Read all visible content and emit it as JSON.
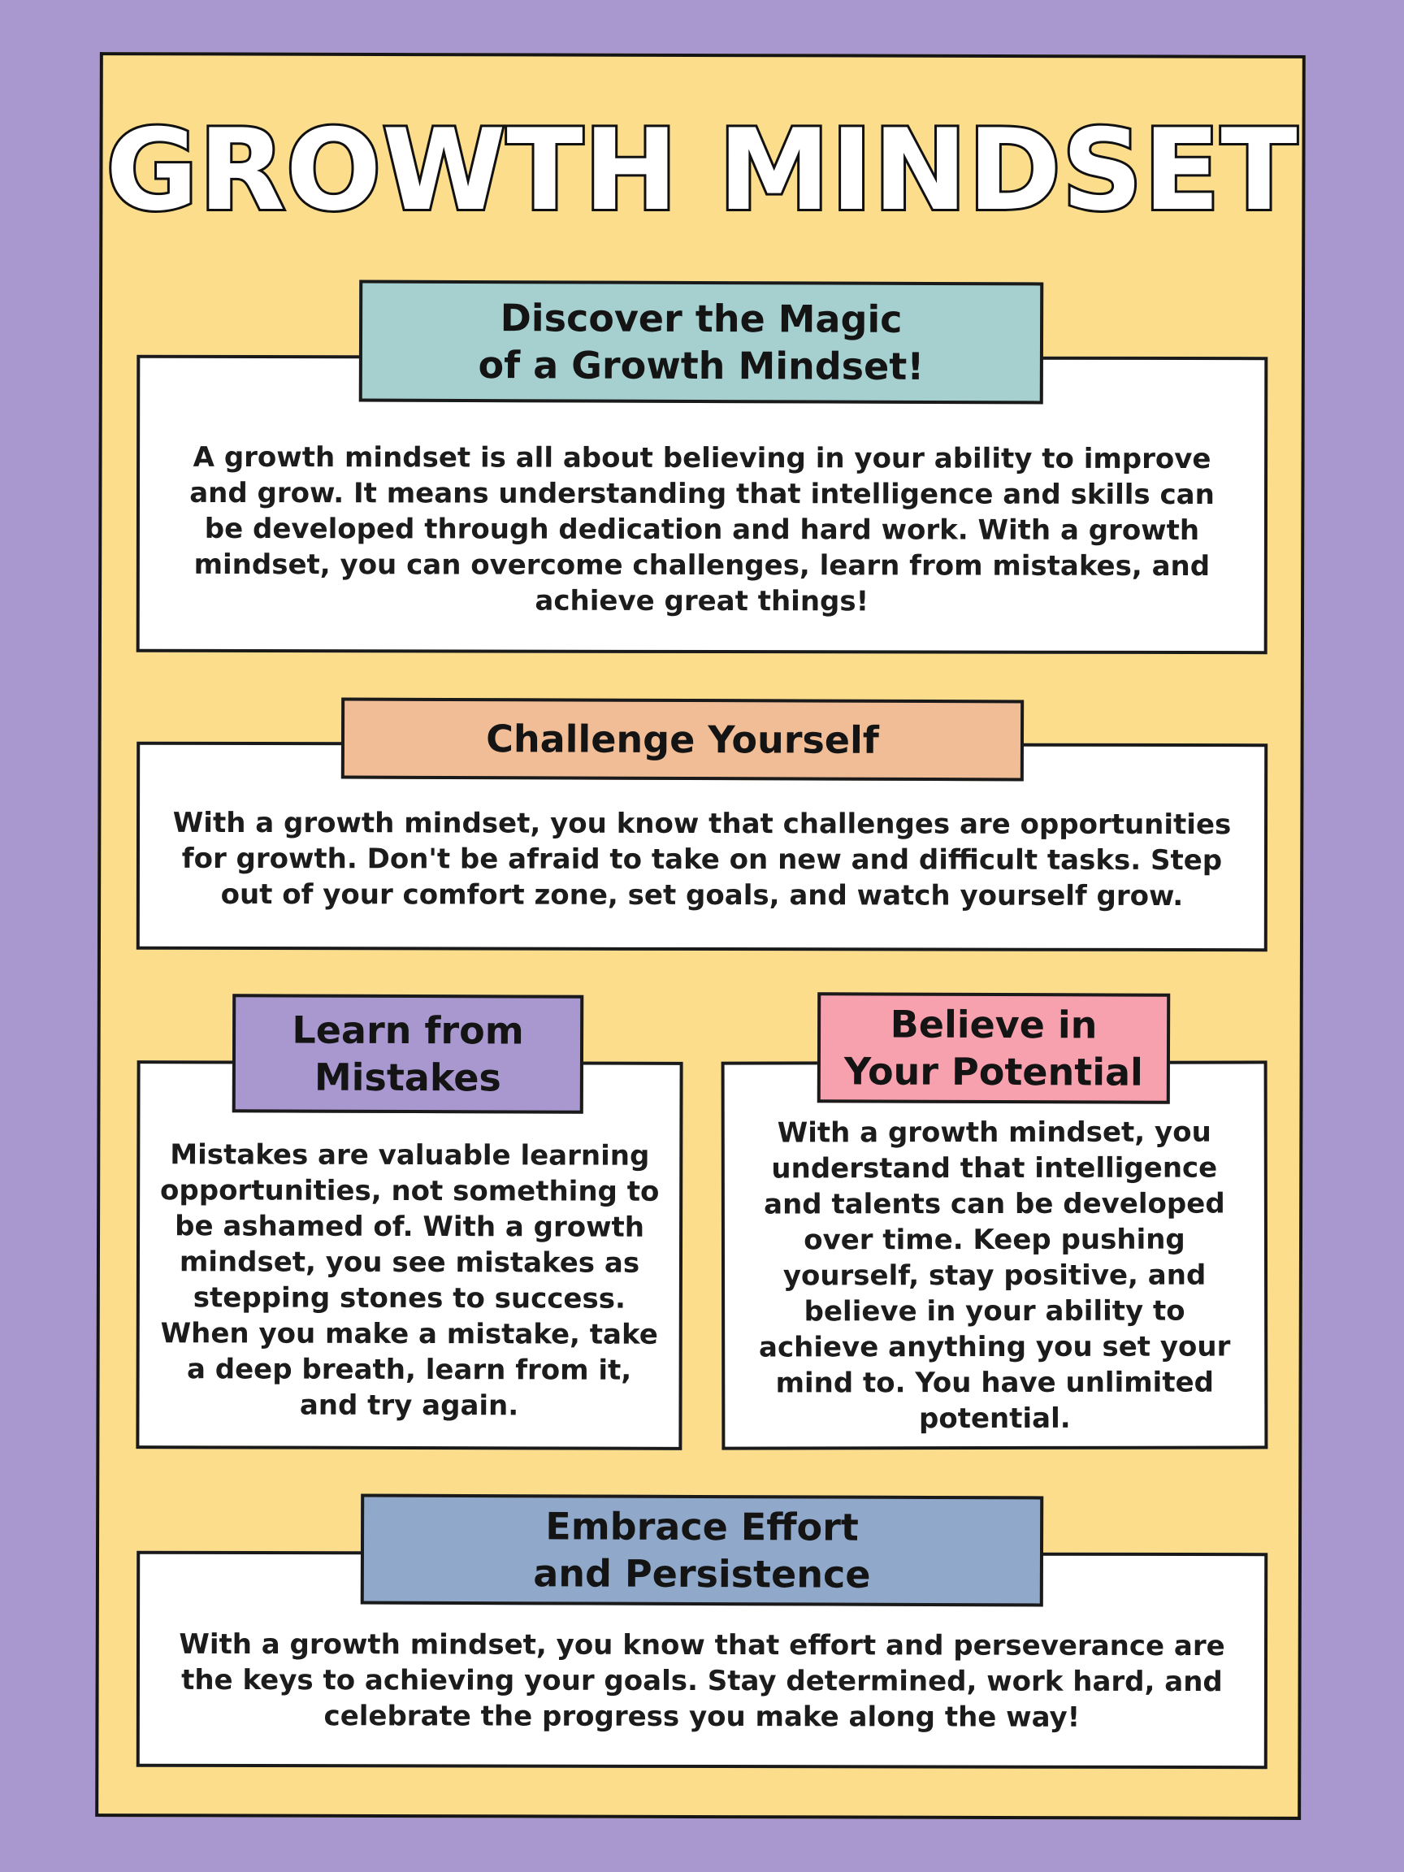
{
  "title": "GROWTH MINDSET",
  "colors": {
    "background": "#a997d0",
    "poster": "#fbdd8c",
    "teal": "#a6d0d0",
    "peach": "#f0bd97",
    "purple": "#a997d0",
    "pink": "#f7a1ae",
    "blue": "#90a8c9"
  },
  "sections": {
    "discover": {
      "heading": "Discover the Magic\nof a Growth Mindset!",
      "body": "A growth mindset is all about believing in your ability to improve and grow. It means understanding that intelligence and skills can be developed through dedication and hard work. With a growth mindset, you can overcome challenges, learn from mistakes, and achieve great things!"
    },
    "challenge": {
      "heading": "Challenge Yourself",
      "body": "With a growth mindset, you know that challenges are opportunities for growth. Don't be afraid to take on new and difficult tasks. Step out of your comfort zone, set goals, and watch yourself grow."
    },
    "mistakes": {
      "heading": "Learn from\nMistakes",
      "body": "Mistakes are valuable learning opportunities, not something to be ashamed of. With a growth mindset, you see mistakes as stepping stones to success. When you make a mistake, take a deep breath, learn from it, and try again."
    },
    "potential": {
      "heading": "Believe in\nYour Potential",
      "body": "With a growth mindset, you understand that intelligence and talents can be developed over time. Keep pushing yourself, stay positive, and believe in your ability to achieve anything you set your mind to. You have unlimited potential."
    },
    "effort": {
      "heading": "Embrace Effort\nand Persistence",
      "body": "With a growth mindset, you know that effort and perseverance are the keys to achieving your goals. Stay determined, work hard, and celebrate the progress you make along the way!"
    }
  }
}
